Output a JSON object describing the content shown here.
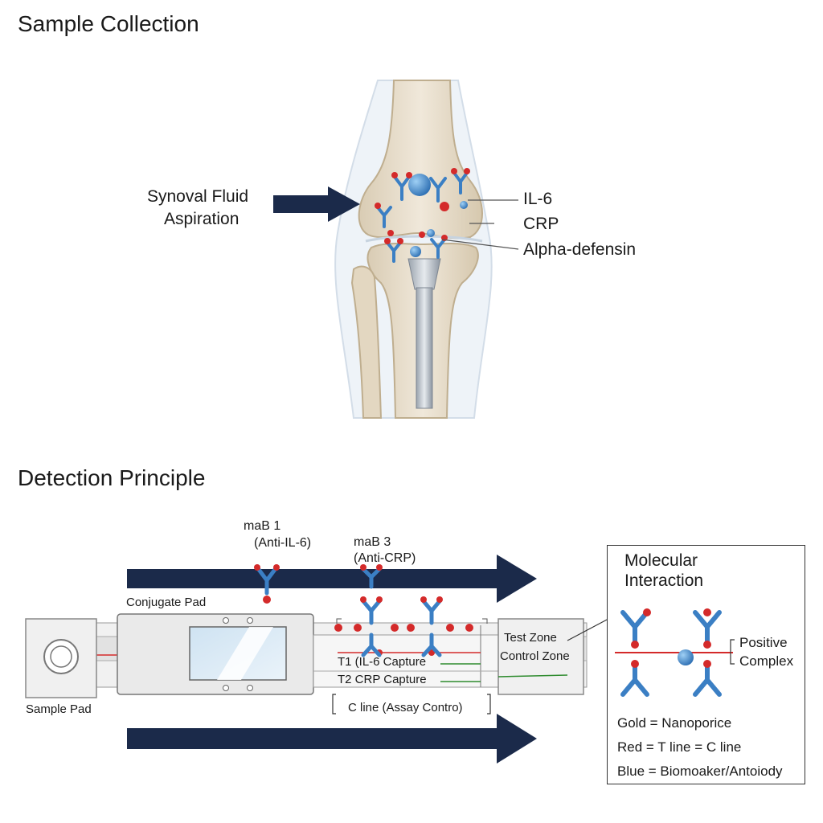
{
  "sections": {
    "sample_collection": "Sample Collection",
    "detection_principle": "Detection Principle"
  },
  "knee": {
    "aspiration_line1": "Synoval Fluid",
    "aspiration_line2": "Aspiration",
    "biomarkers": [
      "IL-6",
      "CRP",
      "Alpha-defensin"
    ]
  },
  "strip": {
    "mab1_name": "maB 1",
    "mab1_target": "(Anti-IL-6)",
    "mab3_name": "maB 3",
    "mab3_target": "(Anti-CRP)",
    "conjugate_pad": "Conjugate Pad",
    "sample_pad": "Sample Pad",
    "t1_label": "T1 (IL-6 Capture",
    "t2_label": "T2 CRP Capture",
    "c_line_label": "C line (Assay Contro)",
    "test_zone": "Test Zone",
    "control_zone": "Control Zone"
  },
  "legend": {
    "title_line1": "Molecular",
    "title_line2": "Interaction",
    "complex_line1": "Positive",
    "complex_line2": "Complex",
    "key_gold": "Gold = Nanoporice",
    "key_red": "Red = T line = C line",
    "key_blue": "Blue = Biomoaker/Antoiody"
  },
  "colors": {
    "arrow_navy": "#1b2a4a",
    "antibody_blue": "#3b7fc4",
    "particle_red": "#d42a2a",
    "t_line_green": "#2e8b2e",
    "bone": "#e8dcc7"
  }
}
